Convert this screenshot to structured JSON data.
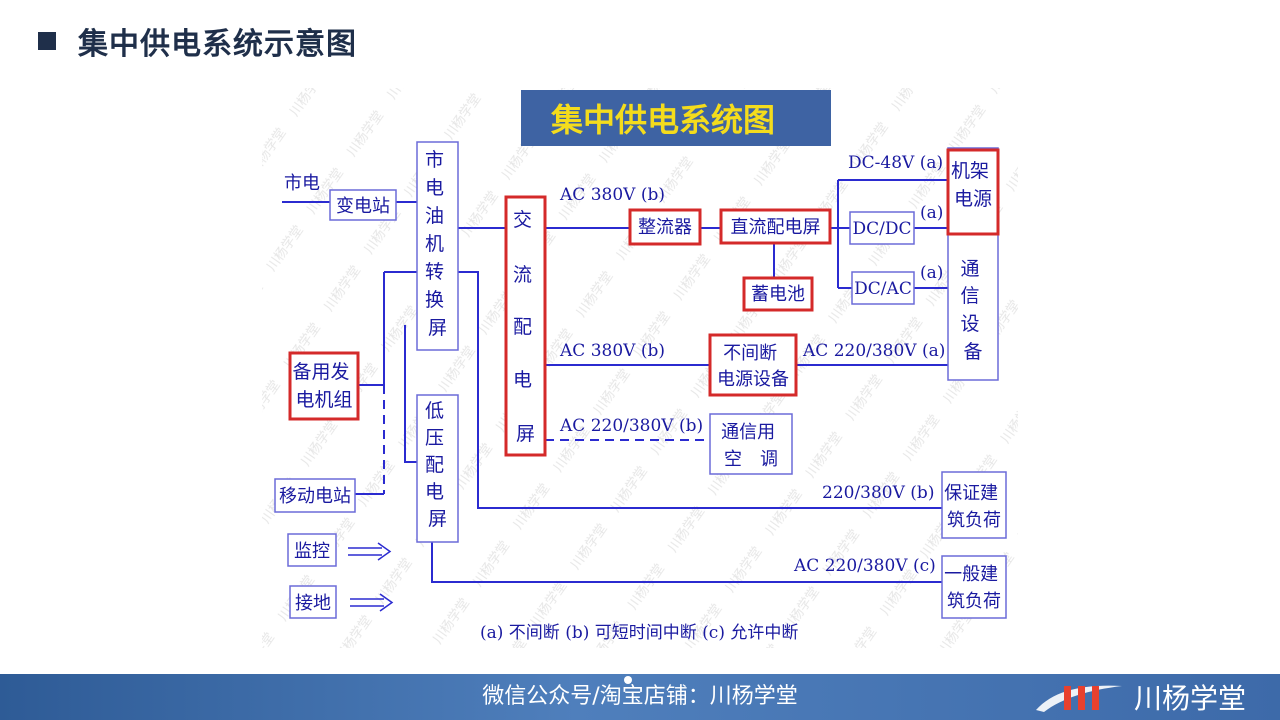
{
  "slide": {
    "title": "集中供电系统示意图"
  },
  "diagram": {
    "header": "集中供电系统图",
    "nodes": {
      "city_power": "市电",
      "substation": "变电站",
      "switch_panel": [
        "市",
        "电",
        "油",
        "机",
        "转",
        "换",
        "屏"
      ],
      "generator": [
        "备用发",
        "电机组"
      ],
      "mobile_station": "移动电站",
      "lv_panel": [
        "低",
        "压",
        "配",
        "电",
        "屏"
      ],
      "monitor": "监控",
      "ground": "接地",
      "ac_panel": [
        "交",
        "流",
        "配",
        "电",
        "屏"
      ],
      "rectifier": "整流器",
      "dc_panel": "直流配电屏",
      "battery": "蓄电池",
      "dcdc": "DC/DC",
      "dcac": "DC/AC",
      "rack_power": [
        "机架",
        "电源"
      ],
      "comm_equipment": [
        "通",
        "信",
        "设",
        "备"
      ],
      "ups": [
        "不间断",
        "电源设备"
      ],
      "aircon": [
        "通信用",
        "空　调"
      ],
      "guaranteed_load": [
        "保证建",
        "筑负荷"
      ],
      "general_load": [
        "一般建",
        "筑负荷"
      ]
    },
    "labels": {
      "ac380_top": "AC 380V (b)",
      "dc48": "DC-48V (a)",
      "a1": "(a)",
      "a2": "(a)",
      "ac380_mid": "AC 380V (b)",
      "ac220_a": "AC 220/380V (a)",
      "ac220_b": "AC 220/380V (b)",
      "v220_b": "220/380V (b)",
      "ac220_c": "AC 220/380V (c)",
      "legend": "(a) 不间断 (b) 可短时间中断 (c) 允许中断"
    }
  },
  "footer": {
    "text": "微信公众号/淘宝店铺：川杨学堂",
    "brand": "川杨学堂"
  },
  "colors": {
    "line": "#2b2bd0",
    "text": "#1a1aa0",
    "highlight": "#d42a2a",
    "header_bg": "#3e63a3",
    "header_text": "#f4dc1c",
    "title": "#1f2f4a"
  }
}
